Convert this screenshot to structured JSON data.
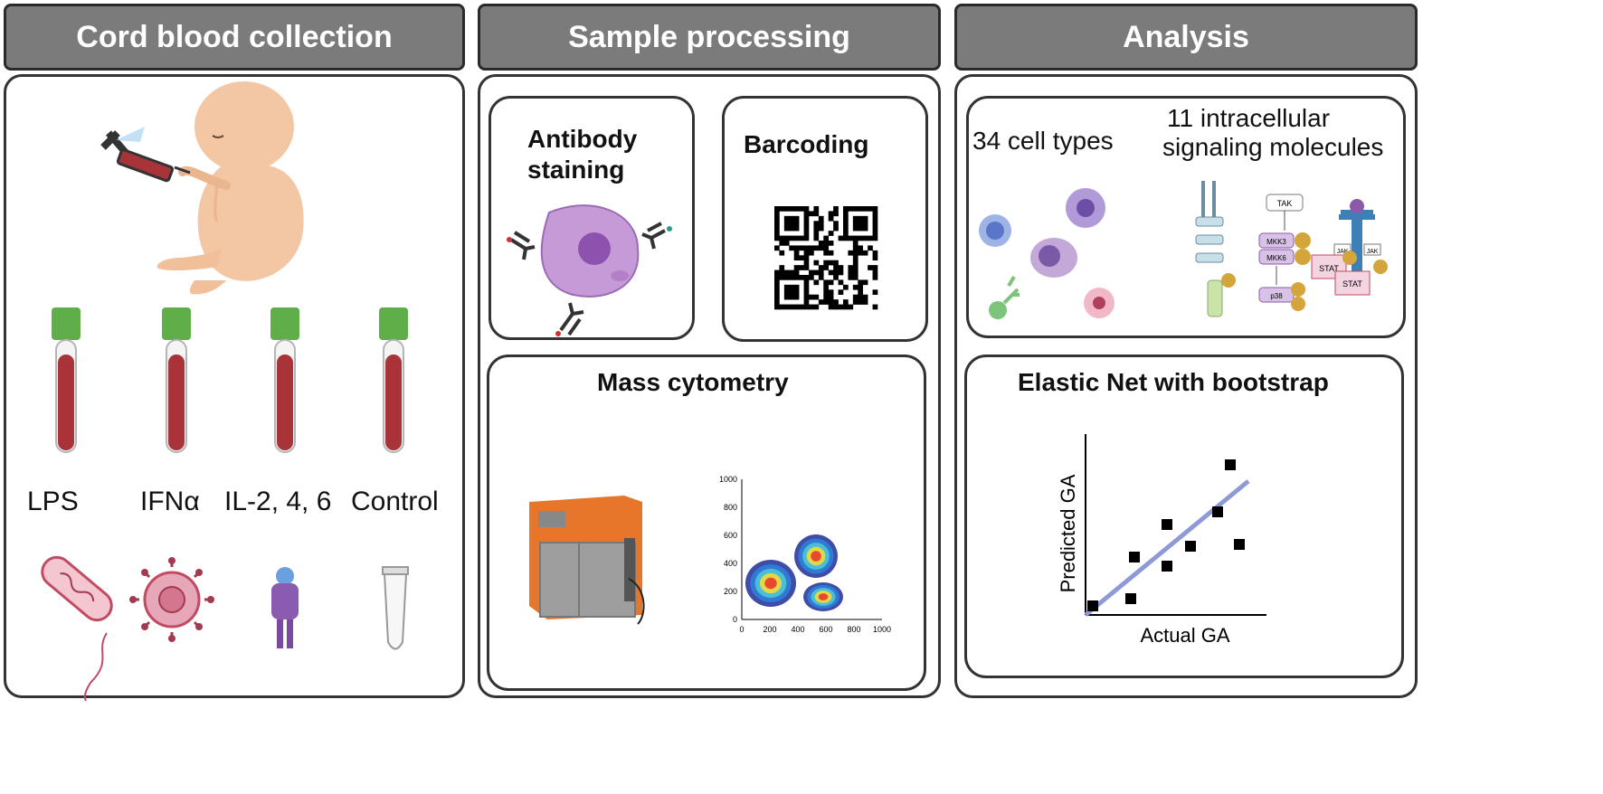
{
  "headers": {
    "cord_blood": "Cord blood collection",
    "sample_processing": "Sample processing",
    "analysis": "Analysis"
  },
  "tubes": [
    {
      "label": "LPS",
      "icon": "bacterium-icon"
    },
    {
      "label": "IFNα",
      "icon": "virus-icon"
    },
    {
      "label": "IL-2, 4, 6",
      "icon": "cytokine-receptor-icon"
    },
    {
      "label": "Control",
      "icon": "empty-tube-icon"
    }
  ],
  "processing": {
    "antibody_line1": "Antibody",
    "antibody_line2": "staining",
    "barcoding": "Barcoding",
    "mass_cytometry": "Mass cytometry"
  },
  "density_plot": {
    "x_ticks": [
      "0",
      "200",
      "400",
      "600",
      "800",
      "1000"
    ],
    "y_ticks": [
      "0",
      "200",
      "400",
      "600",
      "800",
      "1000"
    ]
  },
  "analysis": {
    "cell_types": "34 cell types",
    "signaling_line1": "11 intracellular",
    "signaling_line2": "signaling molecules",
    "pathway_labels": {
      "tak": "TAK",
      "mkk3": "MKK3",
      "mkk6": "MKK6",
      "p38": "p38",
      "jak1": "JAK",
      "jak2": "JAK",
      "stat1": "STAT",
      "stat2": "STAT"
    },
    "elastic_net": "Elastic Net with bootstrap",
    "y_label": "Predicted GA",
    "x_label": "Actual GA"
  },
  "chart_data": {
    "type": "scatter",
    "title": "Elastic Net with bootstrap",
    "xlabel": "Actual GA",
    "ylabel": "Predicted GA",
    "points": [
      {
        "x": 0.04,
        "y": 0.05
      },
      {
        "x": 0.25,
        "y": 0.09
      },
      {
        "x": 0.27,
        "y": 0.32
      },
      {
        "x": 0.45,
        "y": 0.5
      },
      {
        "x": 0.45,
        "y": 0.27
      },
      {
        "x": 0.58,
        "y": 0.38
      },
      {
        "x": 0.73,
        "y": 0.57
      },
      {
        "x": 0.8,
        "y": 0.83
      },
      {
        "x": 0.85,
        "y": 0.39
      }
    ],
    "fit_line": {
      "x": [
        0.0,
        0.9
      ],
      "y": [
        0.0,
        0.74
      ]
    },
    "colors": {
      "points": "#000000",
      "line": "#8c9ad6"
    }
  },
  "colors": {
    "header_bg": "#7b7b7b",
    "cap": "#5fae4a",
    "blood": "#a8343a",
    "cell": "#c69ad6",
    "accent": "#e7762a"
  }
}
